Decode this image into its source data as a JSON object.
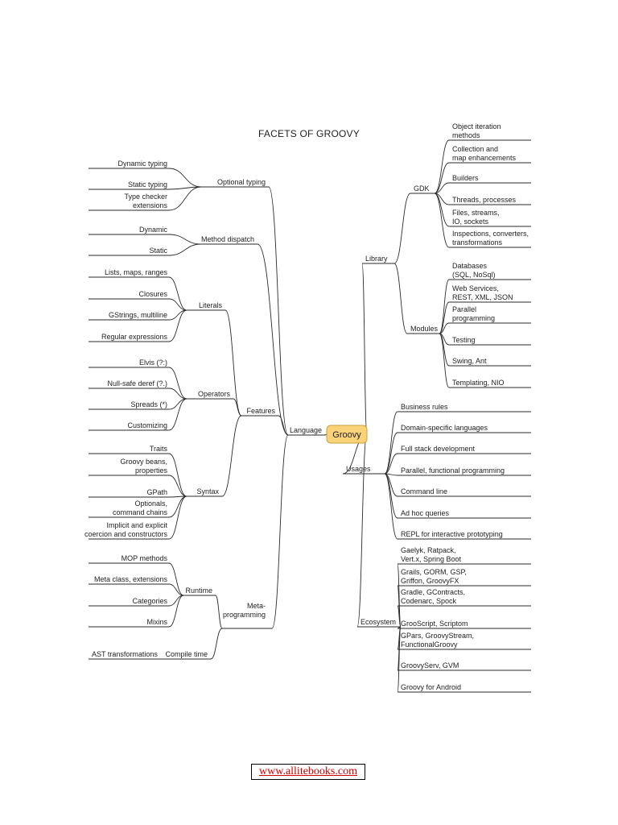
{
  "title": "FACETS OF GROOVY",
  "root": "Groovy",
  "colors": {
    "root_fill": "#fad27a",
    "root_stroke": "#c9a23c",
    "link": "#d00000"
  },
  "website_link": "www.allitebooks.com",
  "left": {
    "label": "Language",
    "branches": [
      {
        "label": "Optional typing",
        "children": [
          "Dynamic typing",
          "Static typing",
          "Type checker extensions"
        ]
      },
      {
        "label": "Method dispatch",
        "children": [
          "Dynamic",
          "Static"
        ]
      },
      {
        "label": "Features",
        "groups": [
          {
            "label": "Literals",
            "children": [
              "Lists, maps, ranges",
              "Closures",
              "GStrings, multiline",
              "Regular expressions"
            ]
          },
          {
            "label": "Operators",
            "children": [
              "Elvis (?:)",
              "Null-safe deref (?.)",
              "Spreads (*)",
              "Customizing"
            ]
          },
          {
            "label": "Syntax",
            "children": [
              "Traits",
              "Groovy beans, properties",
              "GPath",
              "Optionals, command chains",
              "Implicit and explicit coercion and constructors"
            ]
          }
        ]
      },
      {
        "label": "Meta-programming",
        "groups": [
          {
            "label": "Runtime",
            "children": [
              "MOP methods",
              "Meta class, extensions",
              "Categories",
              "Mixins"
            ]
          },
          {
            "label": "Compile time",
            "children": [
              "AST transformations"
            ]
          }
        ]
      }
    ]
  },
  "right": {
    "branches": [
      {
        "label": "Library",
        "groups": [
          {
            "label": "GDK",
            "children": [
              "Object iteration methods",
              "Collection and map enhancements",
              "Builders",
              "Threads, processes",
              "Files, streams, IO, sockets",
              "Inspections, converters, transformations"
            ]
          },
          {
            "label": "Modules",
            "children": [
              "Databases (SQL, NoSql)",
              "Web Services, REST, XML, JSON",
              "Parallel programming",
              "Testing",
              "Swing, Ant",
              "Templating, NIO"
            ]
          }
        ]
      },
      {
        "label": "Usages",
        "children": [
          "Business rules",
          "Domain-specific languages",
          "Full stack development",
          "Parallel, functional programming",
          "Command line",
          "Ad hoc queries",
          "REPL for interactive prototyping"
        ]
      },
      {
        "label": "Ecosystem",
        "children": [
          "Gaelyk, Ratpack, Vert.x, Spring Boot",
          "Grails, GORM, GSP, Griffon, GroovyFX",
          "Gradle, GContracts, Codenarc, Spock",
          "GrooScript, Scriptom",
          "GPars, GroovyStream, FunctionalGroovy",
          "GroovyServ, GVM",
          "Groovy for Android"
        ]
      }
    ]
  }
}
